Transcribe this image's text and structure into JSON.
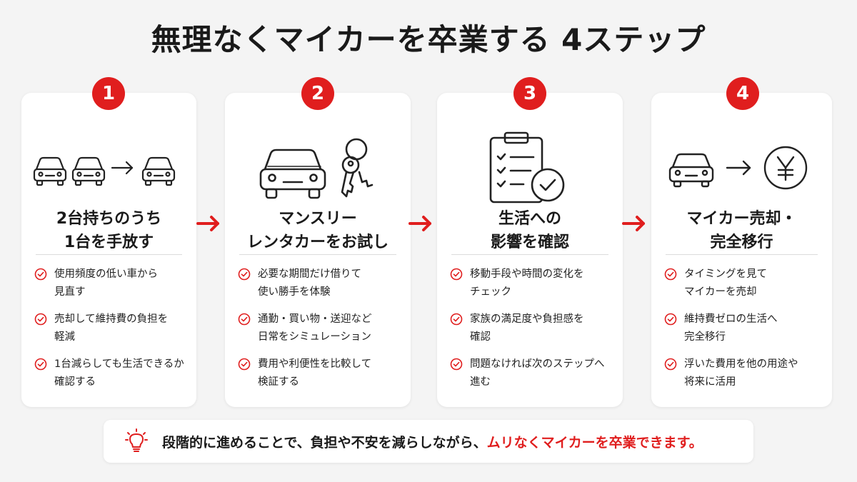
{
  "title": "無理なくマイカーを卒業する 4ステップ",
  "accent_color": "#e01e1e",
  "steps": [
    {
      "number": "1",
      "icon": "cars-to-one-car-icon",
      "title_line1": "2台持ちのうち",
      "title_line2": "1台を手放す",
      "items": [
        {
          "line1": "使用頻度の低い車から",
          "line2": "見直す"
        },
        {
          "line1": "売却して維持費の負担を",
          "line2": "軽減"
        },
        {
          "line1": "1台減らしても生活できるか",
          "line2": "確認する"
        }
      ]
    },
    {
      "number": "2",
      "icon": "car-and-key-icon",
      "title_line1": "マンスリー",
      "title_line2": "レンタカーをお試し",
      "items": [
        {
          "line1": "必要な期間だけ借りて",
          "line2": "使い勝手を体験"
        },
        {
          "line1": "通勤・買い物・送迎など",
          "line2": "日常をシミュレーション"
        },
        {
          "line1": "費用や利便性を比較して",
          "line2": "検証する"
        }
      ]
    },
    {
      "number": "3",
      "icon": "clipboard-checklist-icon",
      "title_line1": "生活への",
      "title_line2": "影響を確認",
      "items": [
        {
          "line1": "移動手段や時間の変化を",
          "line2": "チェック"
        },
        {
          "line1": "家族の満足度や負担感を",
          "line2": "確認"
        },
        {
          "line1": "問題なければ次のステップへ",
          "line2": "進む"
        }
      ]
    },
    {
      "number": "4",
      "icon": "car-to-yen-icon",
      "title_line1": "マイカー売却・",
      "title_line2": "完全移行",
      "items": [
        {
          "line1": "タイミングを見て",
          "line2": "マイカーを売却"
        },
        {
          "line1": "維持費ゼロの生活へ",
          "line2": "完全移行"
        },
        {
          "line1": "浮いた費用を他の用途や",
          "line2": "将来に活用"
        }
      ]
    }
  ],
  "note": {
    "icon": "lightbulb-icon",
    "text_plain": "段階的に進めることで、負担や不安を減らしながら、",
    "text_highlight": "ムリなくマイカーを卒業できます。"
  }
}
